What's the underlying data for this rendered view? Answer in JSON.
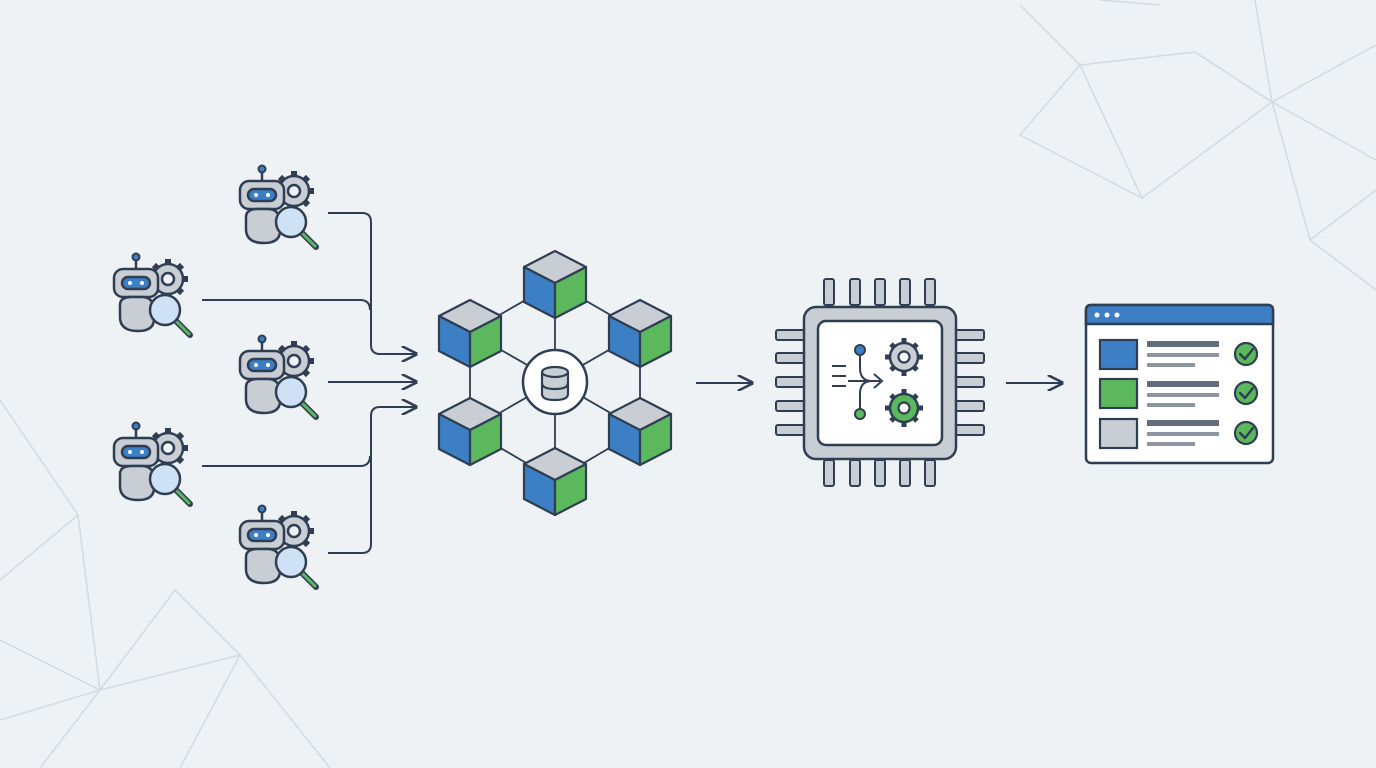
{
  "colors": {
    "background": "#eef2f5",
    "outline": "#2f3e52",
    "blue": "#3d7fc4",
    "green": "#5cb85c",
    "gray": "#c9ced5",
    "light_blue": "#cfe2f5",
    "white": "#ffffff",
    "polygon_lines": "#d3dae1"
  },
  "agents": [
    {
      "id": "agent-1",
      "icon": "robot-icon"
    },
    {
      "id": "agent-2",
      "icon": "robot-icon"
    },
    {
      "id": "agent-3",
      "icon": "robot-icon"
    },
    {
      "id": "agent-4",
      "icon": "robot-icon"
    },
    {
      "id": "agent-5",
      "icon": "robot-icon"
    }
  ],
  "hub": {
    "center_icon": "database-icon",
    "nodes": 6
  },
  "processor": {
    "icon": "chip-icon",
    "inner_icons": [
      "merge-arrow-icon",
      "gear-icon",
      "gear-icon"
    ]
  },
  "output": {
    "icon": "browser-window-icon",
    "rows": [
      {
        "color": "blue",
        "status": "check-icon"
      },
      {
        "color": "green",
        "status": "check-icon"
      },
      {
        "color": "gray",
        "status": "check-icon"
      }
    ]
  }
}
